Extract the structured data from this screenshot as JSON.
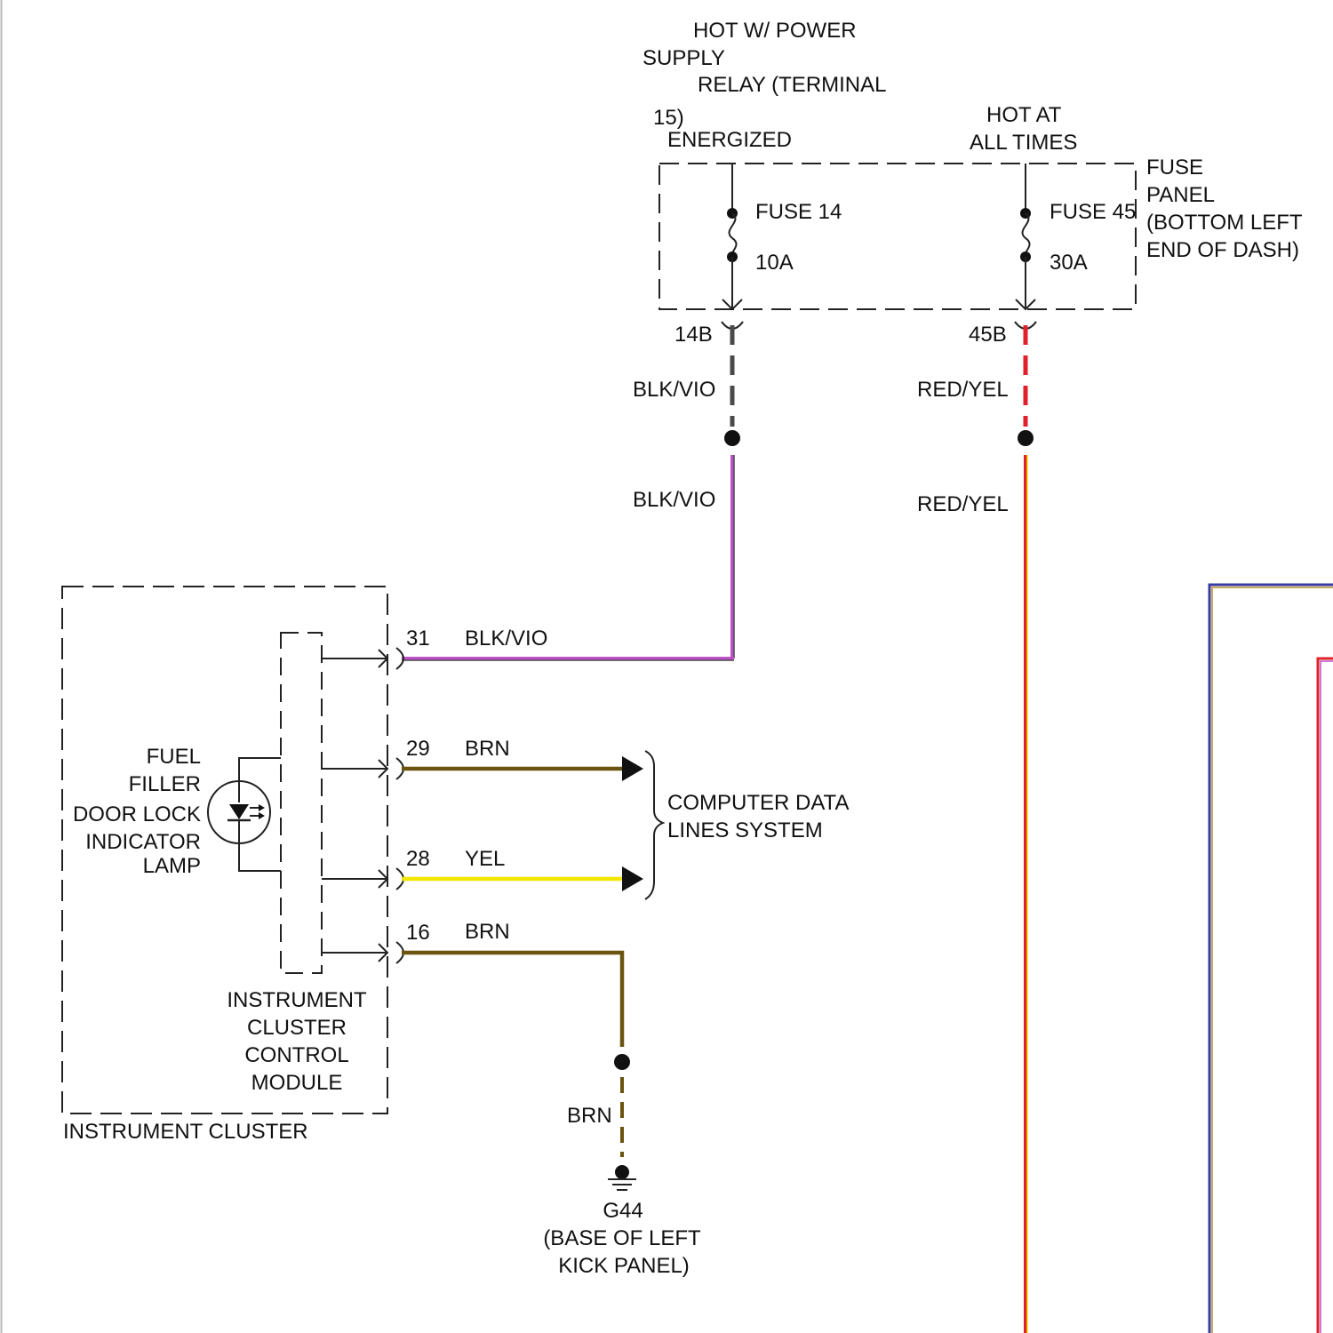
{
  "colors": {
    "blk": "#4a4a4a",
    "vio": "#c050c8",
    "red": "#e0202a",
    "yel": "#f2e600",
    "brn": "#6b5410",
    "text": "#111111",
    "frame_blue": "#3a3aa0"
  },
  "power": {
    "relay_line1": "HOT W/ POWER",
    "relay_line2": "SUPPLY",
    "relay_line3": "RELAY (TERMINAL",
    "relay_line4": "15)",
    "relay_line5": "ENERGIZED",
    "hot_line1": "HOT AT",
    "hot_line2": "ALL TIMES"
  },
  "fuse_panel": {
    "line1": "FUSE",
    "line2": "PANEL",
    "line3": "(BOTTOM LEFT",
    "line4": "END OF DASH)",
    "fuses": [
      {
        "name": "FUSE 14",
        "rating": "10A",
        "connector": "14B"
      },
      {
        "name": "FUSE 45",
        "rating": "30A",
        "connector": "45B"
      }
    ]
  },
  "wires": {
    "blk_vio": "BLK/VIO",
    "red_yel": "RED/YEL",
    "brn": "BRN",
    "yel": "YEL"
  },
  "cluster": {
    "pins": [
      "31",
      "29",
      "28",
      "16"
    ],
    "lamp_line1": "FUEL",
    "lamp_line2": "FILLER",
    "lamp_line3": "DOOR LOCK",
    "lamp_line4": "INDICATOR",
    "lamp_line5": "LAMP",
    "module_line1": "INSTRUMENT",
    "module_line2": "CLUSTER",
    "module_line3": "CONTROL",
    "module_line4": "MODULE",
    "title": "INSTRUMENT CLUSTER"
  },
  "data_lines": {
    "line1": "COMPUTER DATA",
    "line2": "LINES SYSTEM"
  },
  "ground": {
    "name": "G44",
    "line1": "(BASE OF LEFT",
    "line2": "KICK PANEL)"
  }
}
